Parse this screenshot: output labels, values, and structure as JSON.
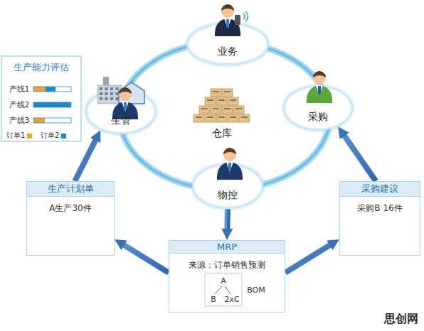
{
  "diagram": {
    "nodes": [
      {
        "text": [
          "生产能力评估"
        ]
      },
      {
        "text": [
          "业务"
        ]
      },
      {
        "text": [
          "生管"
        ]
      },
      {
        "text": [
          "采购"
        ]
      },
      {
        "text": [
          "物控"
        ]
      },
      {
        "text": [
          "生产计划单",
          "A生产30件"
        ]
      },
      {
        "text": [
          "MRP",
          "来源：订单销售预测"
        ]
      },
      {
        "text": [
          "采购建议",
          "采购B 16件"
        ]
      }
    ],
    "edges": [
      {
        "from": 4,
        "to": 6,
        "arrow": "to"
      },
      {
        "from": 6,
        "to": 5,
        "arrow": "to"
      },
      {
        "from": 6,
        "to": 7,
        "arrow": "to"
      },
      {
        "from": 5,
        "to": 2,
        "arrow": "to"
      },
      {
        "from": 7,
        "to": 3,
        "arrow": "to"
      }
    ],
    "labels": [
      "产线1",
      "产线2",
      "产线3",
      "仓库",
      "A",
      "B",
      "2xC",
      "BOM",
      "思创网"
    ],
    "legend": [
      {
        "text": "订单1",
        "color": "#f0a030"
      },
      {
        "text": "订单2",
        "color": "#1f8ac9"
      }
    ]
  }
}
